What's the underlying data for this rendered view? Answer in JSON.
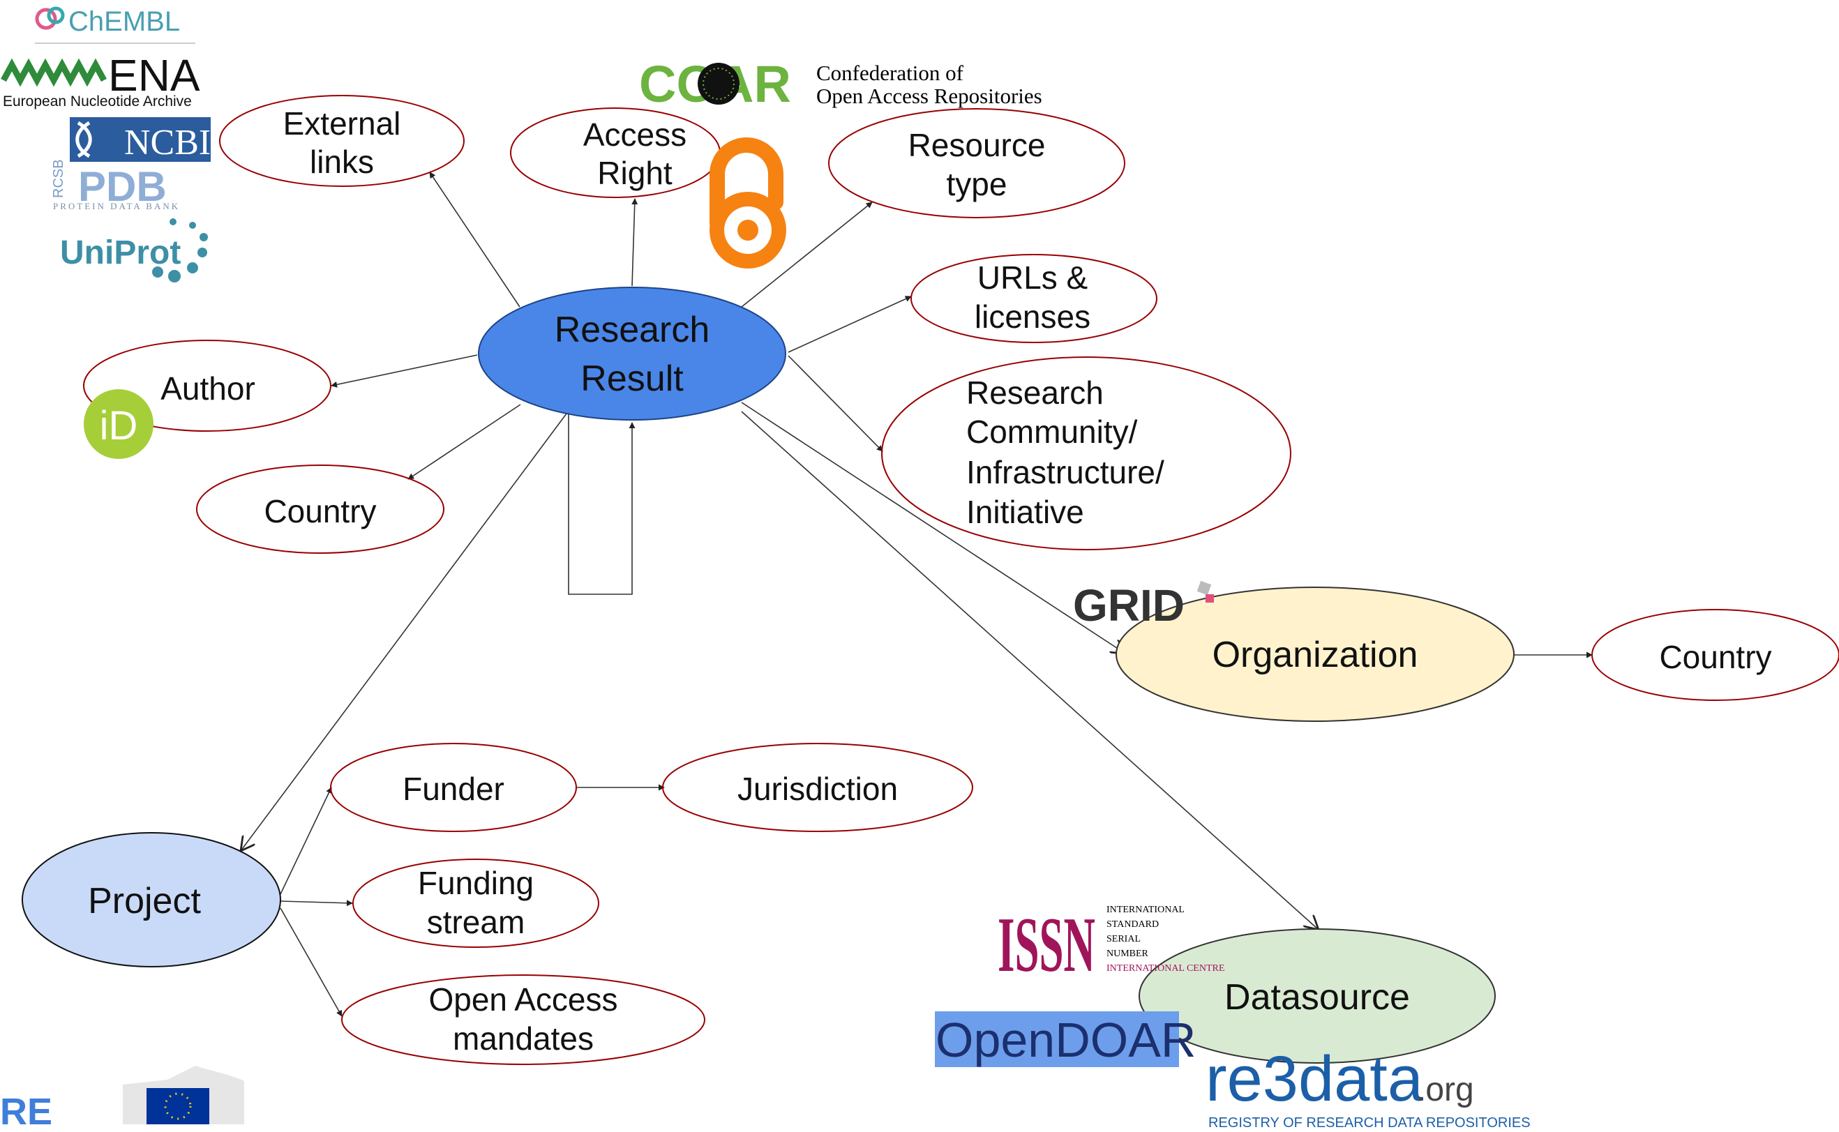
{
  "nodes": {
    "research_result": [
      "Research",
      "Result"
    ],
    "external_links": [
      "External",
      "links"
    ],
    "access_right": [
      "Access",
      "Right"
    ],
    "resource_type": [
      "Resource",
      "type"
    ],
    "urls_licenses": [
      "URLs &",
      "licenses"
    ],
    "research_community": [
      "Research",
      "Community/",
      "Infrastructure/",
      "Initiative"
    ],
    "author": "Author",
    "country_left": "Country",
    "organization": "Organization",
    "country_right": "Country",
    "project": "Project",
    "funder": "Funder",
    "jurisdiction": "Jurisdiction",
    "funding_stream": [
      "Funding",
      "stream"
    ],
    "oa_mandates": [
      "Open Access",
      "mandates"
    ],
    "datasource": "Datasource"
  },
  "logos": {
    "chembl": "ChEMBL",
    "ena": "ENA",
    "ena_sub": "European Nucleotide Archive",
    "ncbi": "NCBI",
    "pdb": "PDB",
    "pdb_sub": "PROTEIN DATA BANK",
    "pdb_side": "RCSB",
    "uniprot": "UniProt",
    "coar": "COAR",
    "coar_line1": "Confederation of",
    "coar_line2": "Open Access Repositories",
    "orcid": "iD",
    "grid": "GRID",
    "issn": "ISSN",
    "issn_lines": [
      "INTERNATIONAL",
      "STANDARD",
      "SERIAL",
      "NUMBER",
      "INTERNATIONAL CENTRE"
    ],
    "opendoar": "OpenDOAR",
    "re3data": "re3data",
    "re3data_org": ".org",
    "re3data_sub": "REGISTRY OF RESEARCH DATA REPOSITORIES",
    "re_partial": "RE"
  },
  "colors": {
    "research_result_fill": "#4a86e8",
    "organization_fill": "#fff2cc",
    "project_fill": "#c9daf8",
    "datasource_fill": "#d9ead3",
    "ellipse_outline": "#990000",
    "open_access_orange": "#f68212",
    "orcid_green": "#a6ce39",
    "opendoar_bg": "#6d9eeb",
    "issn_magenta": "#a0155a"
  }
}
